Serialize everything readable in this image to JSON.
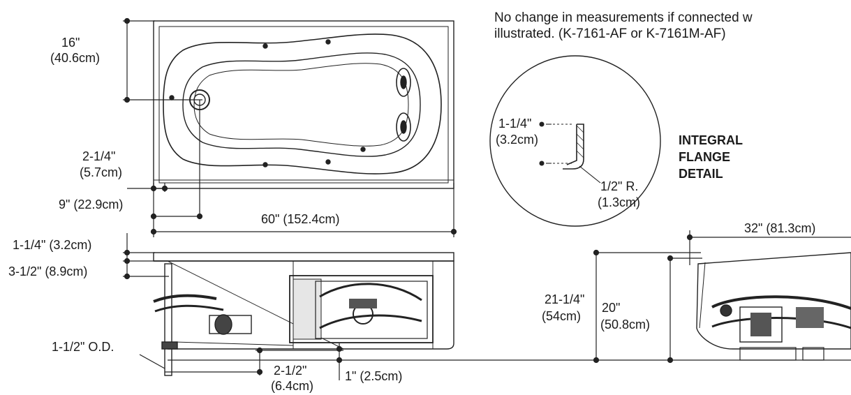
{
  "note": {
    "line1": "No change in measurements if connected w",
    "line2": "illustrated. (K-7161-AF or K-7161M-AF)"
  },
  "dimensions": {
    "d16_in": "16\"",
    "d16_cm": "(40.6cm)",
    "d214_in": "2-1/4\"",
    "d214_cm": "(5.7cm)",
    "d9": "9\" (22.9cm)",
    "d60": "60\" (152.4cm)",
    "d114": "1-1/4\" (3.2cm)",
    "d312": "3-1/2\" (8.9cm)",
    "d112od": "1-1/2\" O.D.",
    "d212_in": "2-1/2\"",
    "d212_cm": "(6.4cm)",
    "d1": "1\" (2.5cm)",
    "d2114_in": "21-1/4\"",
    "d2114_cm": "(54cm)",
    "d20_in": "20\"",
    "d20_cm": "(50.8cm)",
    "d32": "32\" (81.3cm)"
  },
  "flange_detail": {
    "dim_in": "1-1/4\"",
    "dim_cm": "(3.2cm)",
    "radius_in": "1/2\" R.",
    "radius_cm": "(1.3cm)",
    "title1": "INTEGRAL",
    "title2": "FLANGE",
    "title3": "DETAIL"
  }
}
